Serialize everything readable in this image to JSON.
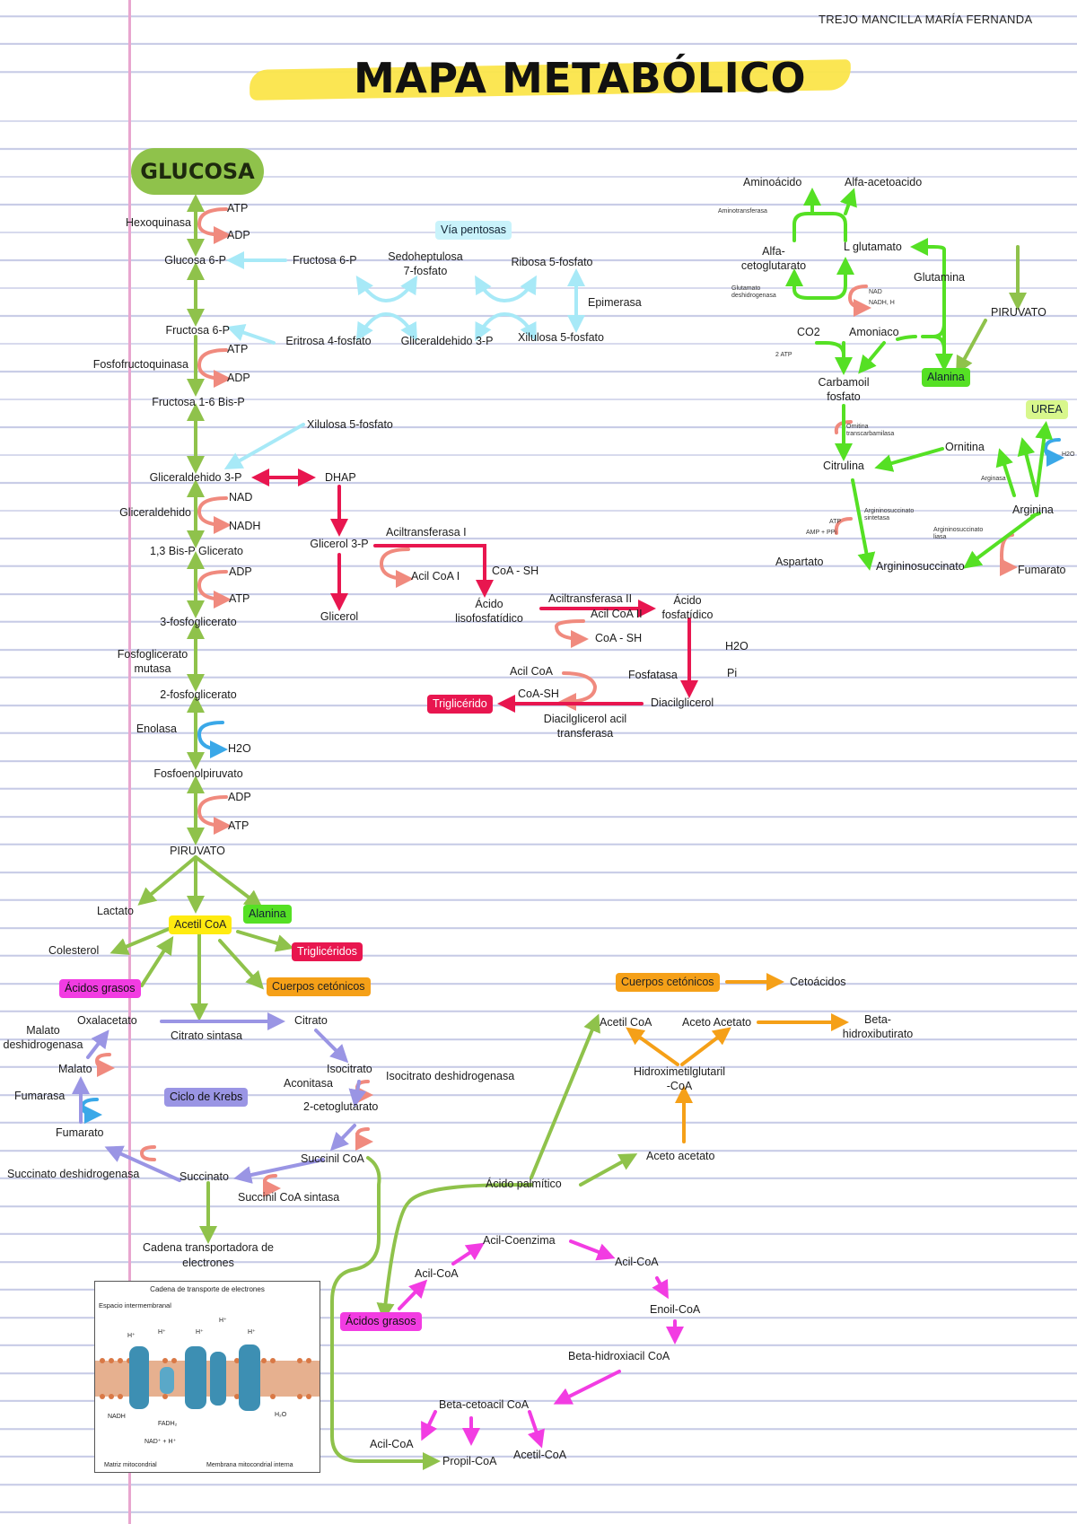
{
  "author": "TREJO MANCILLA MARÍA FERNANDA",
  "title": "MAPA METABÓLICO",
  "glycolysis": {
    "glucosa": "GLUCOSA",
    "hexoquinasa": "Hexoquinasa",
    "atp1": "ATP",
    "adp1": "ADP",
    "glucosa6p": "Glucosa 6-P",
    "fructosa6p_side": "Fructosa 6-P",
    "fructosa6p": "Fructosa 6-P",
    "atp2": "ATP",
    "fosfofructoquinasa": "Fosfofructoquinasa",
    "adp2": "ADP",
    "fructosa16": "Fructosa 1-6 Bis-P",
    "xilulosa_a": "Xilulosa 5-fosfato",
    "gliceraldehido3p": "Gliceraldehido 3-P",
    "dhap": "DHAP",
    "nad": "NAD",
    "gliceraldehido": "Gliceraldehido",
    "nadh": "NADH",
    "bisp": "1,3 Bis-P Glicerato",
    "adp3": "ADP",
    "atp3": "ATP",
    "fosfoglicerato3": "3-fosfoglicerato",
    "mutasa": "Fosfoglicerato\nmutasa",
    "fosfoglicerato2": "2-fosfoglicerato",
    "enolasa": "Enolasa",
    "h2o": "H2O",
    "pep": "Fosfoenolpiruvato",
    "adp4": "ADP",
    "atp4": "ATP",
    "piruvato": "PIRUVATO"
  },
  "pentoses": {
    "label": "Vía pentosas",
    "sedoheptulosa": "Sedoheptulosa\n7-fosfato",
    "ribosa": "Ribosa 5-fosfato",
    "epimerasa": "Epimerasa",
    "eritrosa": "Eritrosa 4-fosfato",
    "gliceraldehido": "Gliceraldehido 3-P",
    "xilulosa": "Xilulosa 5-fosfato"
  },
  "lipids": {
    "glicerol3p": "Glicerol 3-P",
    "glicerol": "Glicerol",
    "aciltransferasa1": "Aciltransferasa I",
    "acilcoa1": "Acil CoA I",
    "coash1": "CoA - SH",
    "acido_liso": "Ácido\nlisofosfatídico",
    "aciltransferasa2": "Aciltransferasa II",
    "acilcoa2": "Acil CoA II",
    "acido_fosf": "Ácido\nfosfatídico",
    "coash2": "CoA - SH",
    "h2o": "H2O",
    "pi": "Pi",
    "acilcoa3": "Acil CoA",
    "coash3": "CoA-SH",
    "fosfatasa": "Fosfatasa",
    "trigliceridos": "Triglicérido",
    "diacilglicerol": "Diacilglicerol",
    "dgat": "Diacilglicerol acil\ntransferasa"
  },
  "crossroads": {
    "lactato": "Lactato",
    "alanina": "Alanina",
    "acetilcoa": "Acetil CoA",
    "colesterol": "Colesterol",
    "trigliceridos": "Triglicéridos",
    "acidos_grasos": "Ácidos grasos",
    "cuerpos_ceto": "Cuerpos cetónicos"
  },
  "krebs": {
    "label": "Ciclo de Krebs",
    "oxalacetato": "Oxalacetato",
    "citrato_sintasa": "Citrato sintasa",
    "citrato": "Citrato",
    "malato_dh": "Malato\ndeshidrogenasa",
    "malato": "Malato",
    "isocitrato": "Isocitrato",
    "aconitasa": "Aconitasa",
    "isocitrato_dh": "Isocitrato deshidrogenasa",
    "fumarasa": "Fumarasa",
    "cetoglutarato": "2-cetoglutarato",
    "fumarato": "Fumarato",
    "succinil": "Succinil CoA",
    "succinato_dh": "Succinato deshidrogenasa",
    "succinato": "Succinato",
    "succinil_sintasa": "Succinil CoA sintasa",
    "cadena": "Cadena transportadora de\nelectrones"
  },
  "etc_figure": {
    "caption": "Cadena de transporte de electrones",
    "space": "Espacio intermembranal",
    "matrix": "Matriz mitocondrial",
    "membrane": "Membrana mitocondrial interna"
  },
  "urea": {
    "aminoacido": "Aminoácido",
    "alfacetoacido": "Alfa-acetoacido",
    "alfacg": "Alfa-\ncetoglutarato",
    "lglutamato": "L glutamato",
    "glutamina": "Glutamina",
    "piruvato": "PIRUVATO",
    "nad": "NAD",
    "nadh": "NADH, H",
    "co2": "CO2",
    "amoniaco": "Amoniaco",
    "alanina": "Alanina",
    "carbamoil": "Carbamoil\nfosfato",
    "urea": "UREA",
    "ornitina": "Ornitina",
    "citrulina": "Citrulina",
    "arginina": "Arginina",
    "aspartato": "Aspartato",
    "argininosuccinato": "Argininosuccinato",
    "fumarato": "Fumarato",
    "tiny_aminotransferasa": "Aminotransferasa",
    "tiny_glutamato_dh": "Glutamato\ndeshidrogenasa",
    "tiny_2atp": "2 ATP",
    "tiny_arginasa": "Arginasa",
    "tiny_argsucc_sint": "Argininosuccinato\nsintetasa",
    "tiny_argsucc_liasa": "Argininosuccinato\nliasa",
    "tiny_ornitina": "Ornitina\ntranscarbamilasa",
    "tiny_atp": "ATP",
    "tiny_amp": "AMP + PPi",
    "tiny_h2o": "H2O"
  },
  "ketone": {
    "cuerpos": "Cuerpos cetónicos",
    "cetoacidos": "Cetoácidos",
    "acetilcoa": "Acetil CoA",
    "acetoacetato": "Aceto Acetato",
    "beta": "Beta-\nhidroxibutirato",
    "hmg": "Hidroximetilglutaril\n-CoA",
    "acetoacetato2": "Aceto acetato",
    "acido_palmitico": "Ácido palmítico"
  },
  "beta_ox": {
    "acil_coenzima": "Acil-Coenzima",
    "acil_coa1": "Acil-CoA",
    "acil_coa2": "Acil-CoA",
    "acidos_grasos": "Ácidos grasos",
    "enoil": "Enoil-CoA",
    "hidroxiacil": "Beta-hidroxiacil CoA",
    "cetoacil": "Beta-cetoacil CoA",
    "acil_coa3": "Acil-CoA",
    "propil": "Propil-CoA",
    "acetil": "Acetil-CoA"
  },
  "colors": {
    "green": "#8fc24b",
    "bright_green": "#55e024",
    "salmon": "#f08a7e",
    "light_blue": "#a7e9f7",
    "red": "#e8164f",
    "purple": "#9a95e4",
    "orange": "#f5a018",
    "magenta": "#f23ce2",
    "yellow": "#ffeb10"
  }
}
